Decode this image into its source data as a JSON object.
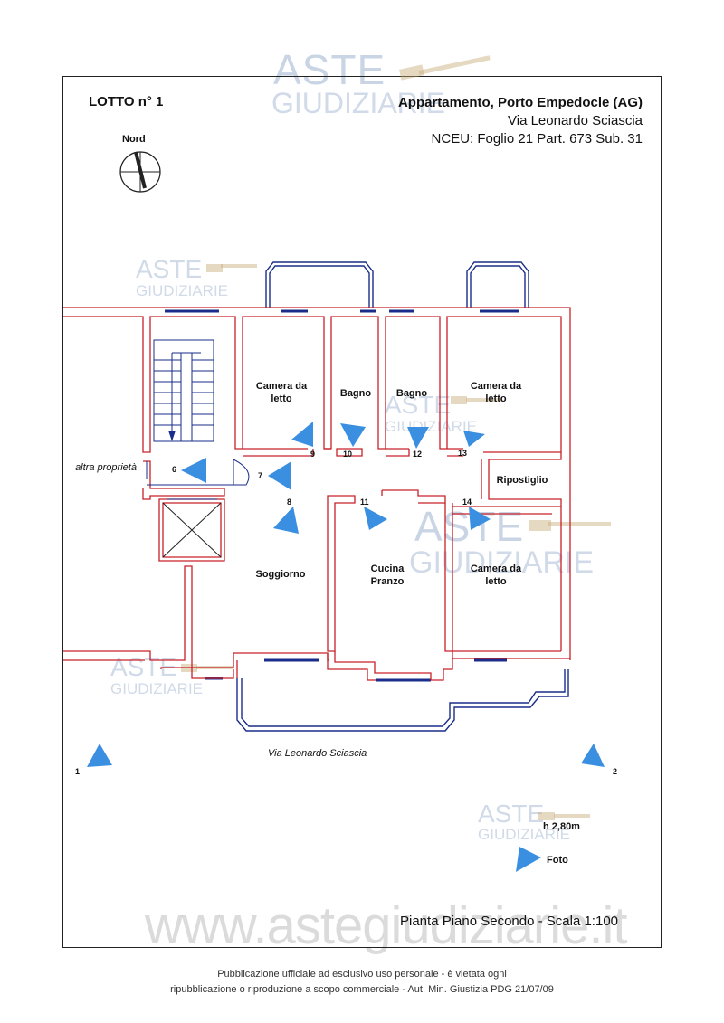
{
  "header": {
    "lotto": "LOTTO n° 1",
    "title": "Appartamento, Porto Empedocle (AG)",
    "address": "Via Leonardo Sciascia",
    "cadastre": "NCEU: Foglio 21 Part. 673 Sub. 31"
  },
  "compass": {
    "label": "Nord"
  },
  "rooms": {
    "camera1": "Camera da letto",
    "bagno1": "Bagno",
    "bagno2": "Bagno",
    "camera2": "Camera da letto",
    "ripostiglio": "Ripostiglio",
    "soggiorno": "Soggiorno",
    "cucina": "Cucina Pranzo",
    "camera3": "Camera da letto",
    "altra": "altra proprietà"
  },
  "street": "Via Leonardo Sciascia",
  "photo_points": [
    "1",
    "2",
    "6",
    "7",
    "8",
    "9",
    "10",
    "11",
    "12",
    "13",
    "14"
  ],
  "legend": {
    "height": "h 2,80m",
    "foto": "Foto"
  },
  "scale_note": "Pianta Piano Secondo - Scala 1:100",
  "watermark": {
    "brand_top": "ASTE",
    "brand_bottom": "GIUDIZIARIE",
    "url": "www.astegiudiziarie.it"
  },
  "footer": {
    "line1": "Pubblicazione ufficiale ad esclusivo uso personale - è vietata ogni",
    "line2": "ripubblicazione o riproduzione a scopo commerciale - Aut. Min. Giustizia PDG 21/07/09"
  },
  "colors": {
    "wall": "#c8202a",
    "window": "#1a2d8a",
    "arrow": "#3a8fe0",
    "watermark": "#7896be"
  }
}
